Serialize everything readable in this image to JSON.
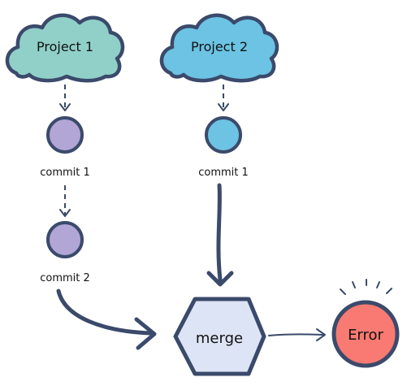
{
  "nodes": {
    "project1": {
      "label": "Project 1"
    },
    "project2": {
      "label": "Project 2"
    },
    "p1_commit1": {
      "label": "commit 1"
    },
    "p1_commit2": {
      "label": "commit 2"
    },
    "p2_commit1": {
      "label": "commit 1"
    },
    "merge": {
      "label": "merge"
    },
    "error": {
      "label": "Error"
    }
  },
  "colors": {
    "ink": "#3b4a6b",
    "project1_fill": "#90d0c8",
    "project2_fill": "#6cc3e3",
    "project1_commit_fill": "#b1a6d6",
    "project2_commit_fill": "#6cc3e3",
    "merge_fill": "#dde4f5",
    "error_fill": "#f97a72"
  },
  "icons": {
    "error_burst": "spark-lines-icon"
  }
}
